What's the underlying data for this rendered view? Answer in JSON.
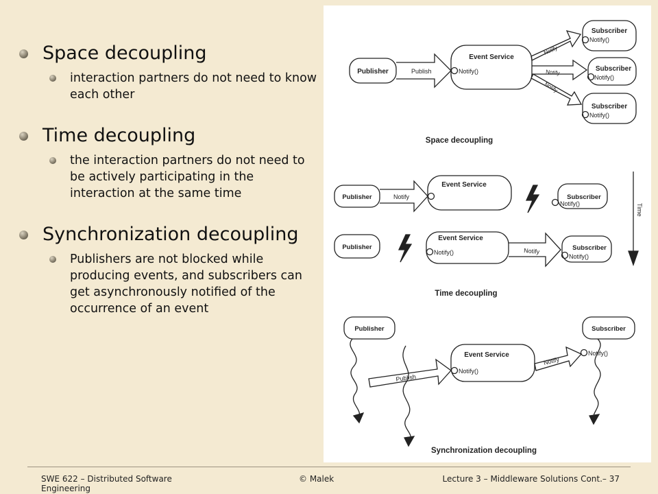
{
  "bullets": [
    {
      "heading": "Space decoupling",
      "text": "interaction partners do not need to know each other"
    },
    {
      "heading": "Time decoupling",
      "text": "the interaction partners do not need to be actively participating in the interaction at the same time"
    },
    {
      "heading": "Synchronization decoupling",
      "text": "Publishers are not blocked while producing events, and subscribers can get asynchronously notified of the occurrence of an event"
    }
  ],
  "figure": {
    "publisher": "Publisher",
    "event_service": "Event Service",
    "subscriber": "Subscriber",
    "notify_method": "Notify()",
    "publish_arrow": "Publish",
    "notify_arrow": "Notify",
    "time_axis": "Time",
    "captions": {
      "space": "Space decoupling",
      "time": "Time decoupling",
      "sync": "Synchronization decoupling"
    }
  },
  "footer": {
    "left": "SWE 622 – Distributed Software Engineering",
    "mid": "© Malek",
    "right": "Lecture 3 – Middleware Solutions Cont.– 37"
  }
}
